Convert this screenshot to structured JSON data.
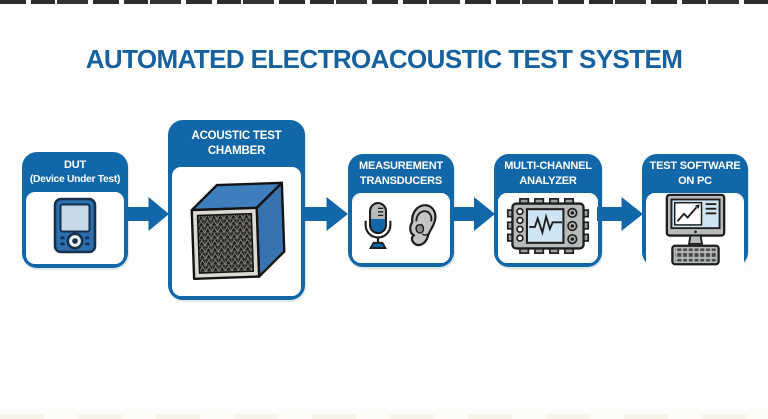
{
  "page": {
    "background": "#fdfdfb",
    "top_strip_color": "#2d2d2d",
    "bottom_strip_color": "#f8f4ea"
  },
  "title": {
    "text": "AUTOMATED ELECTROACOUSTIC TEST SYSTEM",
    "color": "#17619f"
  },
  "colors": {
    "primary_blue": "#1267a9",
    "arrow_blue": "#1267a9",
    "icon_gray": "#b7babb",
    "icon_outline": "#1e1e1e",
    "screen_light_blue": "#cfe4f2",
    "cube_top_blue": "#3e7ebd",
    "cube_side_blue": "#3773b0",
    "cube_frame_gray": "#dcdad2",
    "foam_dark": "#191919"
  },
  "flow": {
    "boxes": [
      {
        "id": "dut",
        "label_lines": [
          "DUT",
          "(Device Under Test)"
        ],
        "icon": "portable-device-icon"
      },
      {
        "id": "chamber",
        "label_lines": [
          "ACOUSTIC TEST",
          "CHAMBER"
        ],
        "icon": "acoustic-chamber-cube-icon"
      },
      {
        "id": "transducers",
        "label_lines": [
          "MEASUREMENT",
          "TRANSDUCERS"
        ],
        "icon": "microphone-and-ear-icons"
      },
      {
        "id": "analyzer",
        "label_lines": [
          "MULTI-CHANNEL",
          "ANALYZER"
        ],
        "icon": "multichannel-analyzer-icon"
      },
      {
        "id": "pc",
        "label_lines": [
          "TEST SOFTWARE",
          "ON PC"
        ],
        "icon": "desktop-computer-icon"
      }
    ],
    "connectors": {
      "count": 4,
      "icon": "right-arrow-icon",
      "color": "#1267a9"
    }
  }
}
